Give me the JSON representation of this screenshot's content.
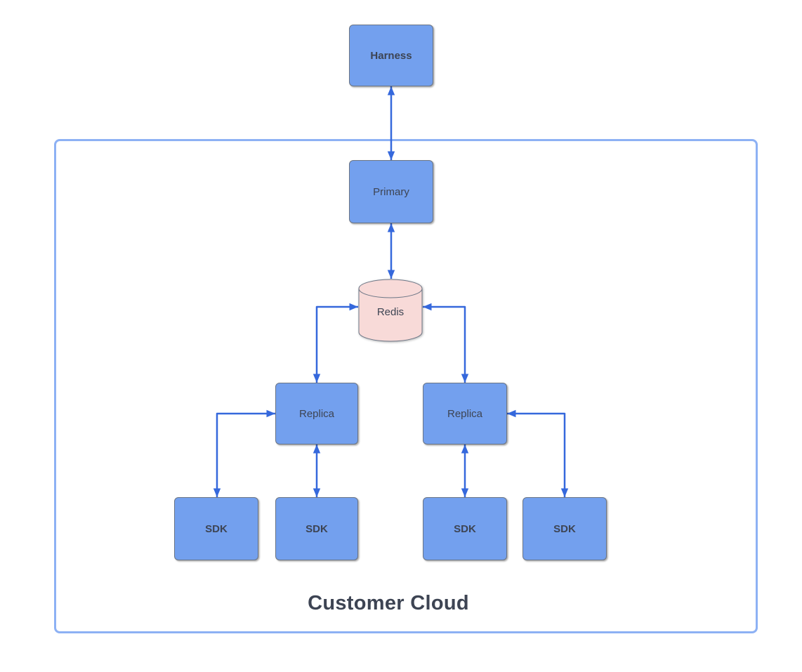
{
  "diagram": {
    "container": {
      "label": "Customer Cloud"
    },
    "nodes": {
      "harness": {
        "label": "Harness",
        "shape": "rounded-rect",
        "emphasis": "bold"
      },
      "primary": {
        "label": "Primary",
        "shape": "rounded-rect",
        "emphasis": "regular"
      },
      "redis": {
        "label": "Redis",
        "shape": "database-cylinder",
        "emphasis": "regular"
      },
      "replica_left": {
        "label": "Replica",
        "shape": "rounded-rect",
        "emphasis": "regular"
      },
      "replica_right": {
        "label": "Replica",
        "shape": "rounded-rect",
        "emphasis": "regular"
      },
      "sdk_1": {
        "label": "SDK",
        "shape": "rounded-rect",
        "emphasis": "bold"
      },
      "sdk_2": {
        "label": "SDK",
        "shape": "rounded-rect",
        "emphasis": "bold"
      },
      "sdk_3": {
        "label": "SDK",
        "shape": "rounded-rect",
        "emphasis": "bold"
      },
      "sdk_4": {
        "label": "SDK",
        "shape": "rounded-rect",
        "emphasis": "bold"
      }
    },
    "connections": [
      {
        "from": "harness",
        "to": "primary",
        "bidirectional": true,
        "route": "straight-vertical"
      },
      {
        "from": "primary",
        "to": "redis",
        "bidirectional": true,
        "route": "straight-vertical"
      },
      {
        "from": "redis",
        "to": "replica_left",
        "bidirectional": true,
        "route": "elbow"
      },
      {
        "from": "redis",
        "to": "replica_right",
        "bidirectional": true,
        "route": "elbow"
      },
      {
        "from": "replica_left",
        "to": "sdk_1",
        "bidirectional": true,
        "route": "elbow"
      },
      {
        "from": "replica_left",
        "to": "sdk_2",
        "bidirectional": true,
        "route": "straight-vertical"
      },
      {
        "from": "replica_right",
        "to": "sdk_3",
        "bidirectional": true,
        "route": "straight-vertical"
      },
      {
        "from": "replica_right",
        "to": "sdk_4",
        "bidirectional": true,
        "route": "elbow"
      }
    ],
    "colors": {
      "node_fill": "#73A0EE",
      "node_border": "#6B7585",
      "redis_fill": "#F8DAD8",
      "arrow": "#3568DC",
      "container_border": "#8DB1F4",
      "text": "#3D4453"
    }
  }
}
